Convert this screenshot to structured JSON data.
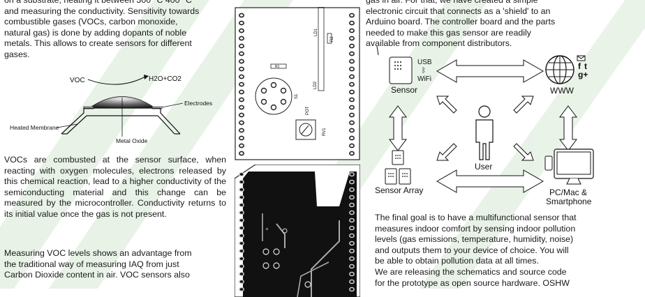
{
  "col1": {
    "para1": [
      "on a substrate, heating it between 300 °C 400 °C",
      "and measuring the conductivity. Sensitivity towards",
      "combustible gases (VOCs, carbon monoxide,",
      "natural gas) is done by adding dopants of noble",
      "metals. This allows to create sensors for different",
      "gases."
    ],
    "para2": "VOCs are combusted at the sensor surface, when reacting with oxygen molecules, electrons released by this chemical reaction, lead to a higher conductivity of the semiconducting material and this change can be measured by the microcontroller. Conductivity returns to its initial value once the gas is not present.",
    "para3": [
      "Measuring VOC levels shows an advantage from",
      "the traditional way of measuring IAQ from just",
      "Carbon Dioxide content in air. VOC sensors also"
    ]
  },
  "sensor_diagram": {
    "voc": "VOC",
    "products": "H2O+CO2",
    "electrodes": "Electrodes",
    "heated_membrane": "Heated Membrane",
    "metal_oxide": "Metal Oxide"
  },
  "pcb": {
    "labels": [
      "LD1",
      "R2",
      "R1",
      "S1",
      "LD2",
      "POT",
      "RV1"
    ]
  },
  "col3": {
    "intro": [
      "gas in air. For that, we have created a simple",
      "electronic circuit that connects as a 'shield' to an",
      "Arduino board. The controller board and the parts",
      "needed to make this gas sensor are readily",
      "available from component distributors."
    ],
    "final": [
      "The final goal is to have a multifunctional sensor that",
      "measures indoor comfort by sensing indoor pollution",
      "levels (gas emissions, temperature, humidity, noise)",
      "and outputs them to your device of choice. You will",
      "be able to obtain pollution data at all times.",
      "We are releasing the schematics and source code",
      "for the prototype as open source hardware. OSHW"
    ]
  },
  "network_diagram": {
    "sensor": "Sensor",
    "usb": "USB",
    "wifi": "WiFi",
    "www": "WWW",
    "social": [
      "f",
      "t",
      "g+"
    ],
    "user": "User",
    "sensor_array": "Sensor Array",
    "pc_mac": "PC/Mac &",
    "smartphone": "Smartphone"
  },
  "colors": {
    "watermark": "#cfe3cf",
    "pcb_dark": "#111111",
    "pcb_pad": "#2d2d2d",
    "pcb_trace": "#a7a7a7"
  },
  "icons": [
    "bluetooth-icon",
    "globe-icon",
    "mail-icon",
    "user-icon",
    "monitor-icon",
    "smartphone-icon",
    "sensor-icon"
  ]
}
